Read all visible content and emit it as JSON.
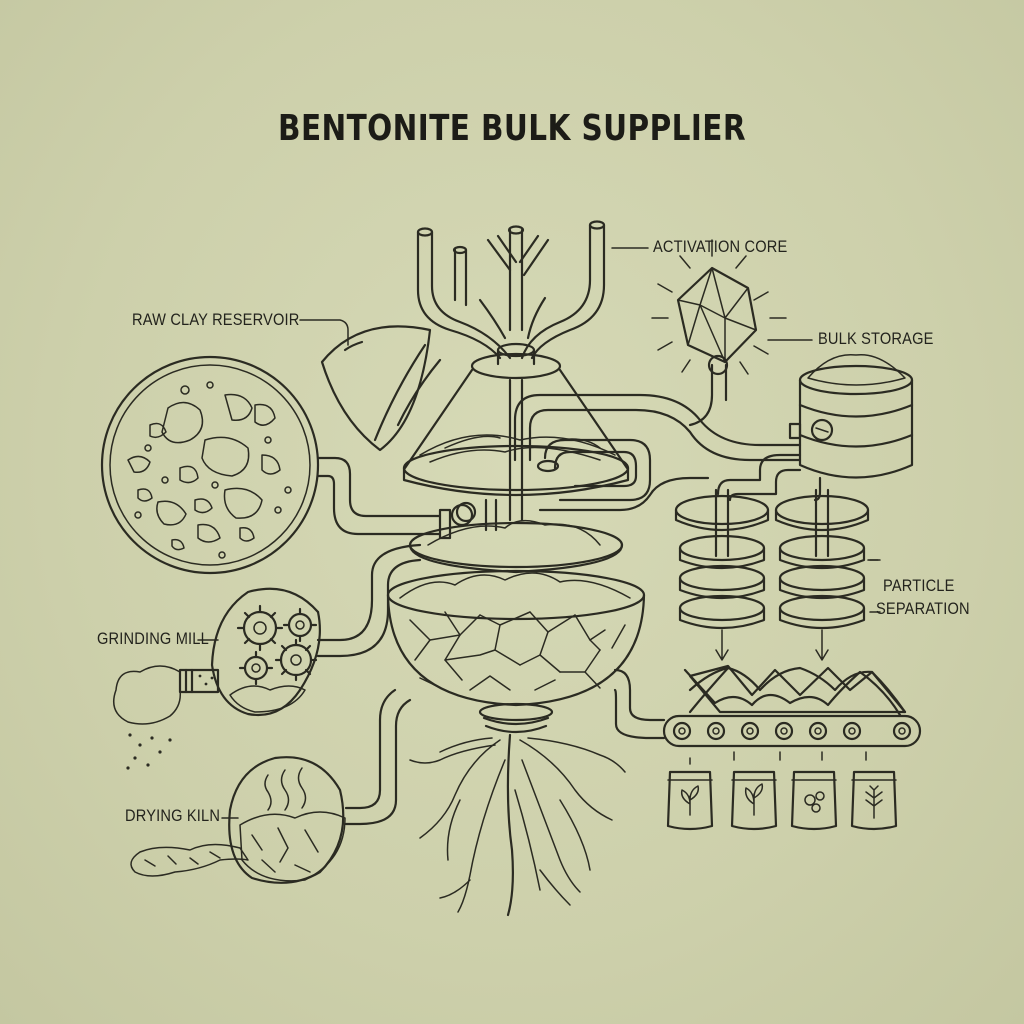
{
  "title": "BENTONITE BULK SUPPLIER",
  "labels": {
    "activation_core": "ACTIVATION CORE",
    "raw_clay_reservoir": "RAW CLAY RESERVOIR",
    "bulk_storage": "BULK STORAGE",
    "grinding_mill": "GRINDING MILL",
    "particle_separation_line1": "PARTICLE",
    "particle_separation_line2": "SEPARATION",
    "drying_kiln": "DRYING KILN"
  },
  "colors": {
    "background": "#cfd2ae",
    "ink": "#2b2b22",
    "clay_fill": "#e2ddb4",
    "sand_fill": "#ddd2a8",
    "moss_green": "#a3b97a"
  },
  "icons": [
    "gear-icon",
    "crystal-icon",
    "sprout-icon",
    "leaf-icon",
    "barrel-icon",
    "sack-icon"
  ]
}
